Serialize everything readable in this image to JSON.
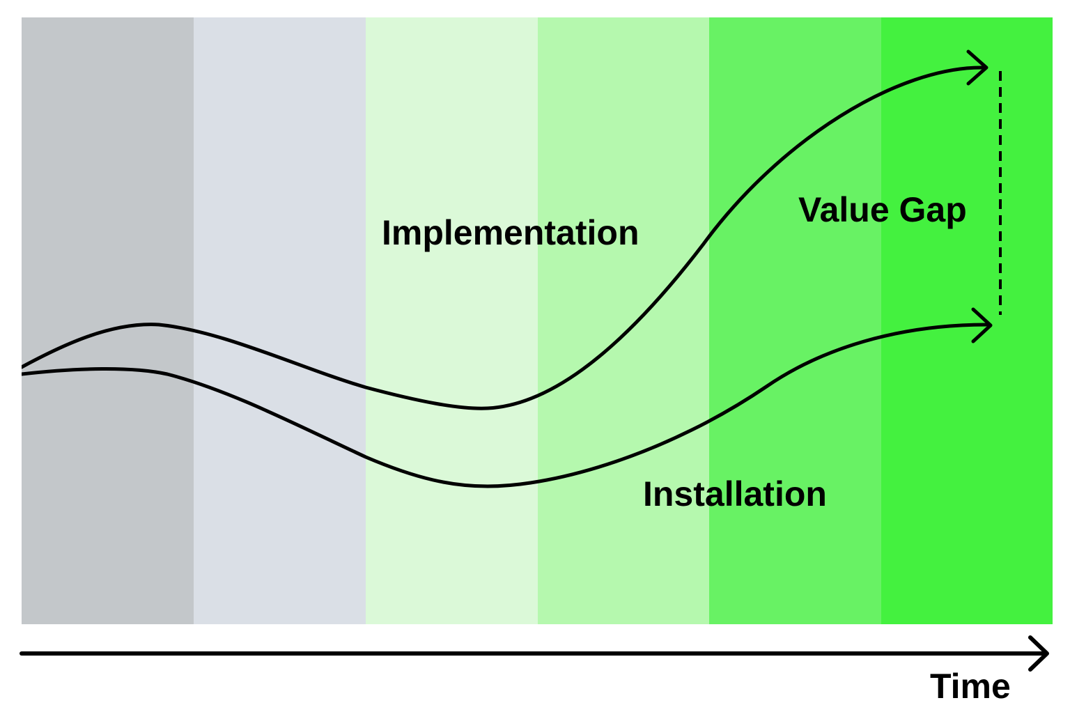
{
  "labels": {
    "upper_curve": "Implementation",
    "lower_curve": "Installation",
    "gap": "Value Gap",
    "time_axis": "Time"
  },
  "bands": {
    "count": 6,
    "colors": [
      "#c3c7ca",
      "#dadfe6",
      "#dbf9d8",
      "#b5f8ae",
      "#68f264",
      "#44f13f"
    ]
  },
  "colors": {
    "stroke": "#000000",
    "background": "#ffffff"
  }
}
